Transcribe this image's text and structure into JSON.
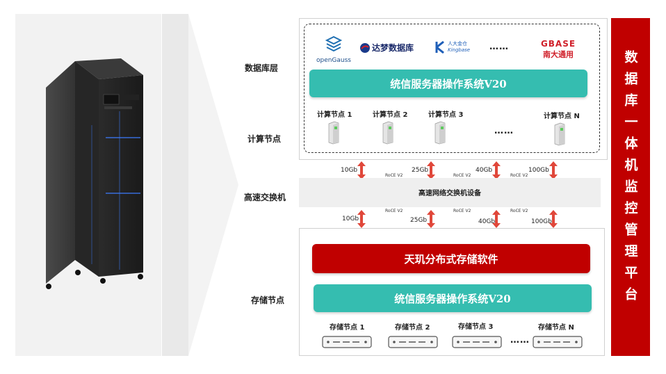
{
  "layers": {
    "database": "数据库层",
    "compute": "计算节点",
    "switch": "高速交换机",
    "storage": "存储节点"
  },
  "logos": {
    "opengauss": "openGauss",
    "dameng": "达梦数据库",
    "kingbase_cn": "人大金仓",
    "kingbase": "Kingbase",
    "gbase": "GBASE",
    "gbase_cn": "南大通用",
    "dots": "……"
  },
  "os_top": "统信服务器操作系统V20",
  "compute_nodes": [
    "计算节点 1",
    "计算节点 2",
    "计算节点 3",
    "计算节点 N"
  ],
  "compute_dots": "……",
  "switch_device": "高速网络交换机设备",
  "links_top": {
    "speeds": [
      "10Gb",
      "25Gb",
      "40Gb",
      "100Gb"
    ],
    "protocol": "RoCE V2"
  },
  "links_bottom": {
    "speeds": [
      "10Gb",
      "25Gb",
      "40Gb",
      "100Gb"
    ],
    "protocol": "RoCE V2"
  },
  "storage_software": "天玑分布式存储软件",
  "os_bottom": "统信服务器操作系统V20",
  "storage_nodes": [
    "存储节点 1",
    "存储节点 2",
    "存储节点 3",
    "存储节点 N"
  ],
  "storage_dots": "……",
  "platform_title": "数据库一体机监控管理平台",
  "colors": {
    "teal": "#35bdb0",
    "red": "#c00000",
    "arrow": "#e0473a"
  }
}
